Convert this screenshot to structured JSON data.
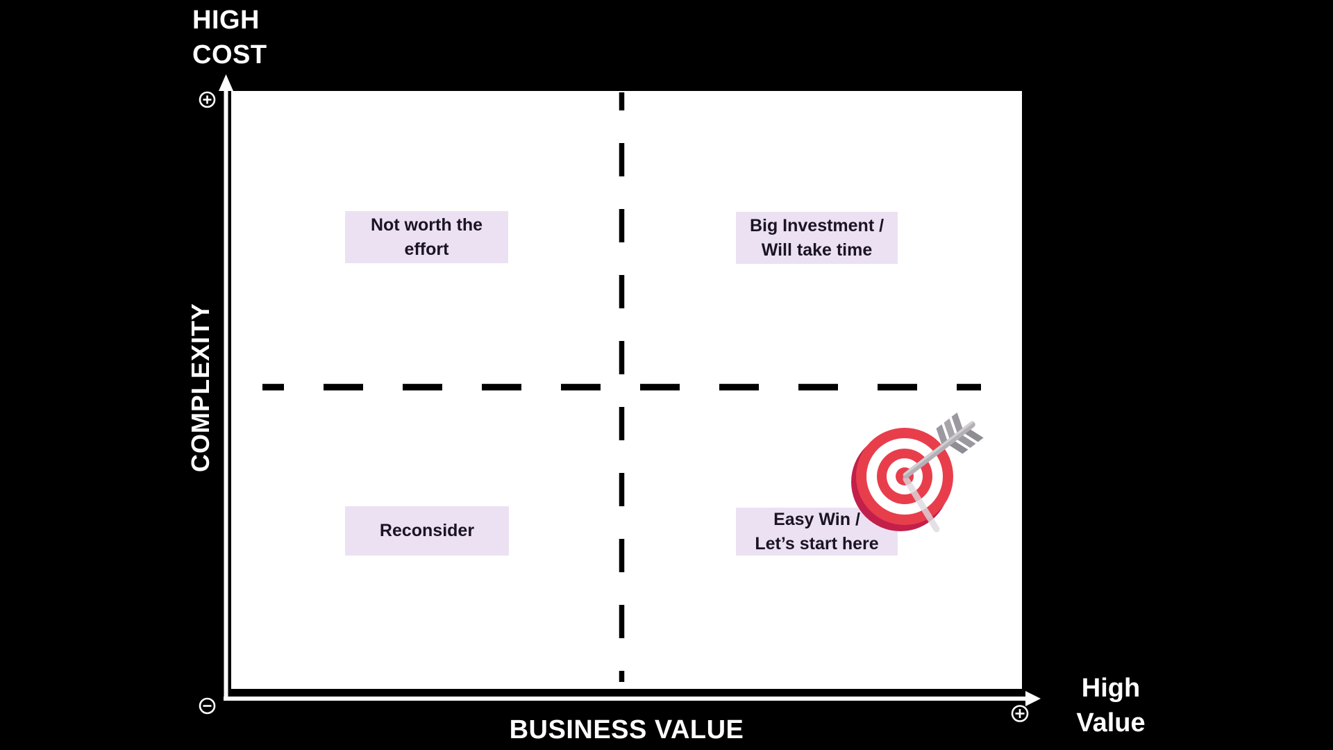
{
  "diagram": {
    "type": "2x2-prioritization-matrix",
    "axes": {
      "y_top_label": {
        "line1": "HIGH",
        "line2": "COST"
      },
      "y_axis_label": "COMPLEXITY",
      "x_axis_label": "BUSINESS VALUE",
      "x_right_label": {
        "line1": "High",
        "line2": "Value"
      }
    },
    "quadrants": {
      "top_left": {
        "line1": "Not worth the",
        "line2": "effort"
      },
      "top_right": {
        "line1": "Big Investment /",
        "line2": "Will take time"
      },
      "bottom_left": {
        "line1": "Reconsider"
      },
      "bottom_right": {
        "line1": "Easy Win /",
        "line2": "Let’s start here"
      }
    },
    "icons": {
      "y_axis_plus": "⊕",
      "y_axis_minus": "⊖",
      "x_axis_plus": "⊕",
      "target": "🎯"
    },
    "colors": {
      "background": "#000000",
      "plot_background": "#ffffff",
      "axis": "#ffffff",
      "dashed_divider": "#000000",
      "quadrant_label_background": "#ece1f2",
      "quadrant_label_text": "#1a1425",
      "target_red": "#e83e4c",
      "target_dark_red": "#c2204b",
      "arrow_gray": "#b4b1b6"
    }
  }
}
